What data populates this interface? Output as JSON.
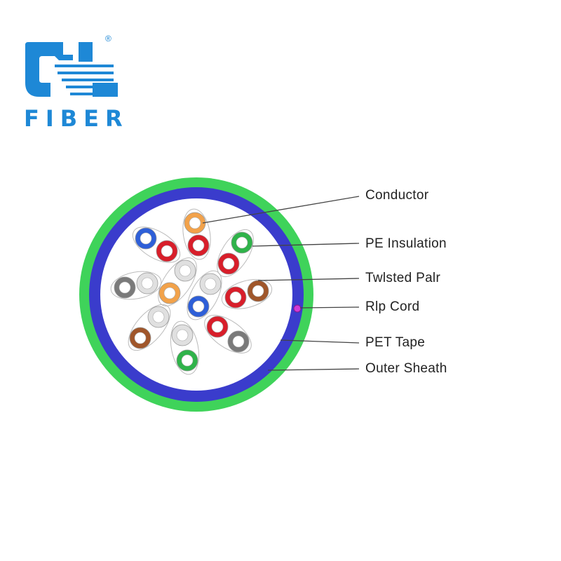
{
  "logo": {
    "wordmark": "FIBER",
    "registered_mark": "®",
    "brand_color": "#1e88d6"
  },
  "cable": {
    "sheath_color": "#3fd35a",
    "tape_color": "#3a3ccc",
    "ripcord_color": "#d23ad6",
    "pairs": [
      {
        "a": "#f2a24a",
        "b": "#d81e2a"
      },
      {
        "a": "#2e5fd8",
        "b": "#d81e2a"
      },
      {
        "a": "#2fb34a",
        "b": "#d81e2a"
      },
      {
        "a": "#7a7a7a",
        "b": "#e0e0e0"
      },
      {
        "a": "#f2a24a",
        "b": "#e0e0e0"
      },
      {
        "a": "#2e5fd8",
        "b": "#e0e0e0"
      },
      {
        "a": "#a0562a",
        "b": "#d81e2a"
      },
      {
        "a": "#a0562a",
        "b": "#e0e0e0"
      },
      {
        "a": "#2fb34a",
        "b": "#e0e0e0"
      },
      {
        "a": "#d81e2a",
        "b": "#7a7a7a"
      }
    ]
  },
  "labels": {
    "conductor": "Conductor",
    "pe_insulation": "PE Insulation",
    "twisted_pair": "Twlsted Palr",
    "rip_cord": "Rlp Cord",
    "pet_tape": "PET Tape",
    "outer_sheath": "Outer Sheath"
  }
}
